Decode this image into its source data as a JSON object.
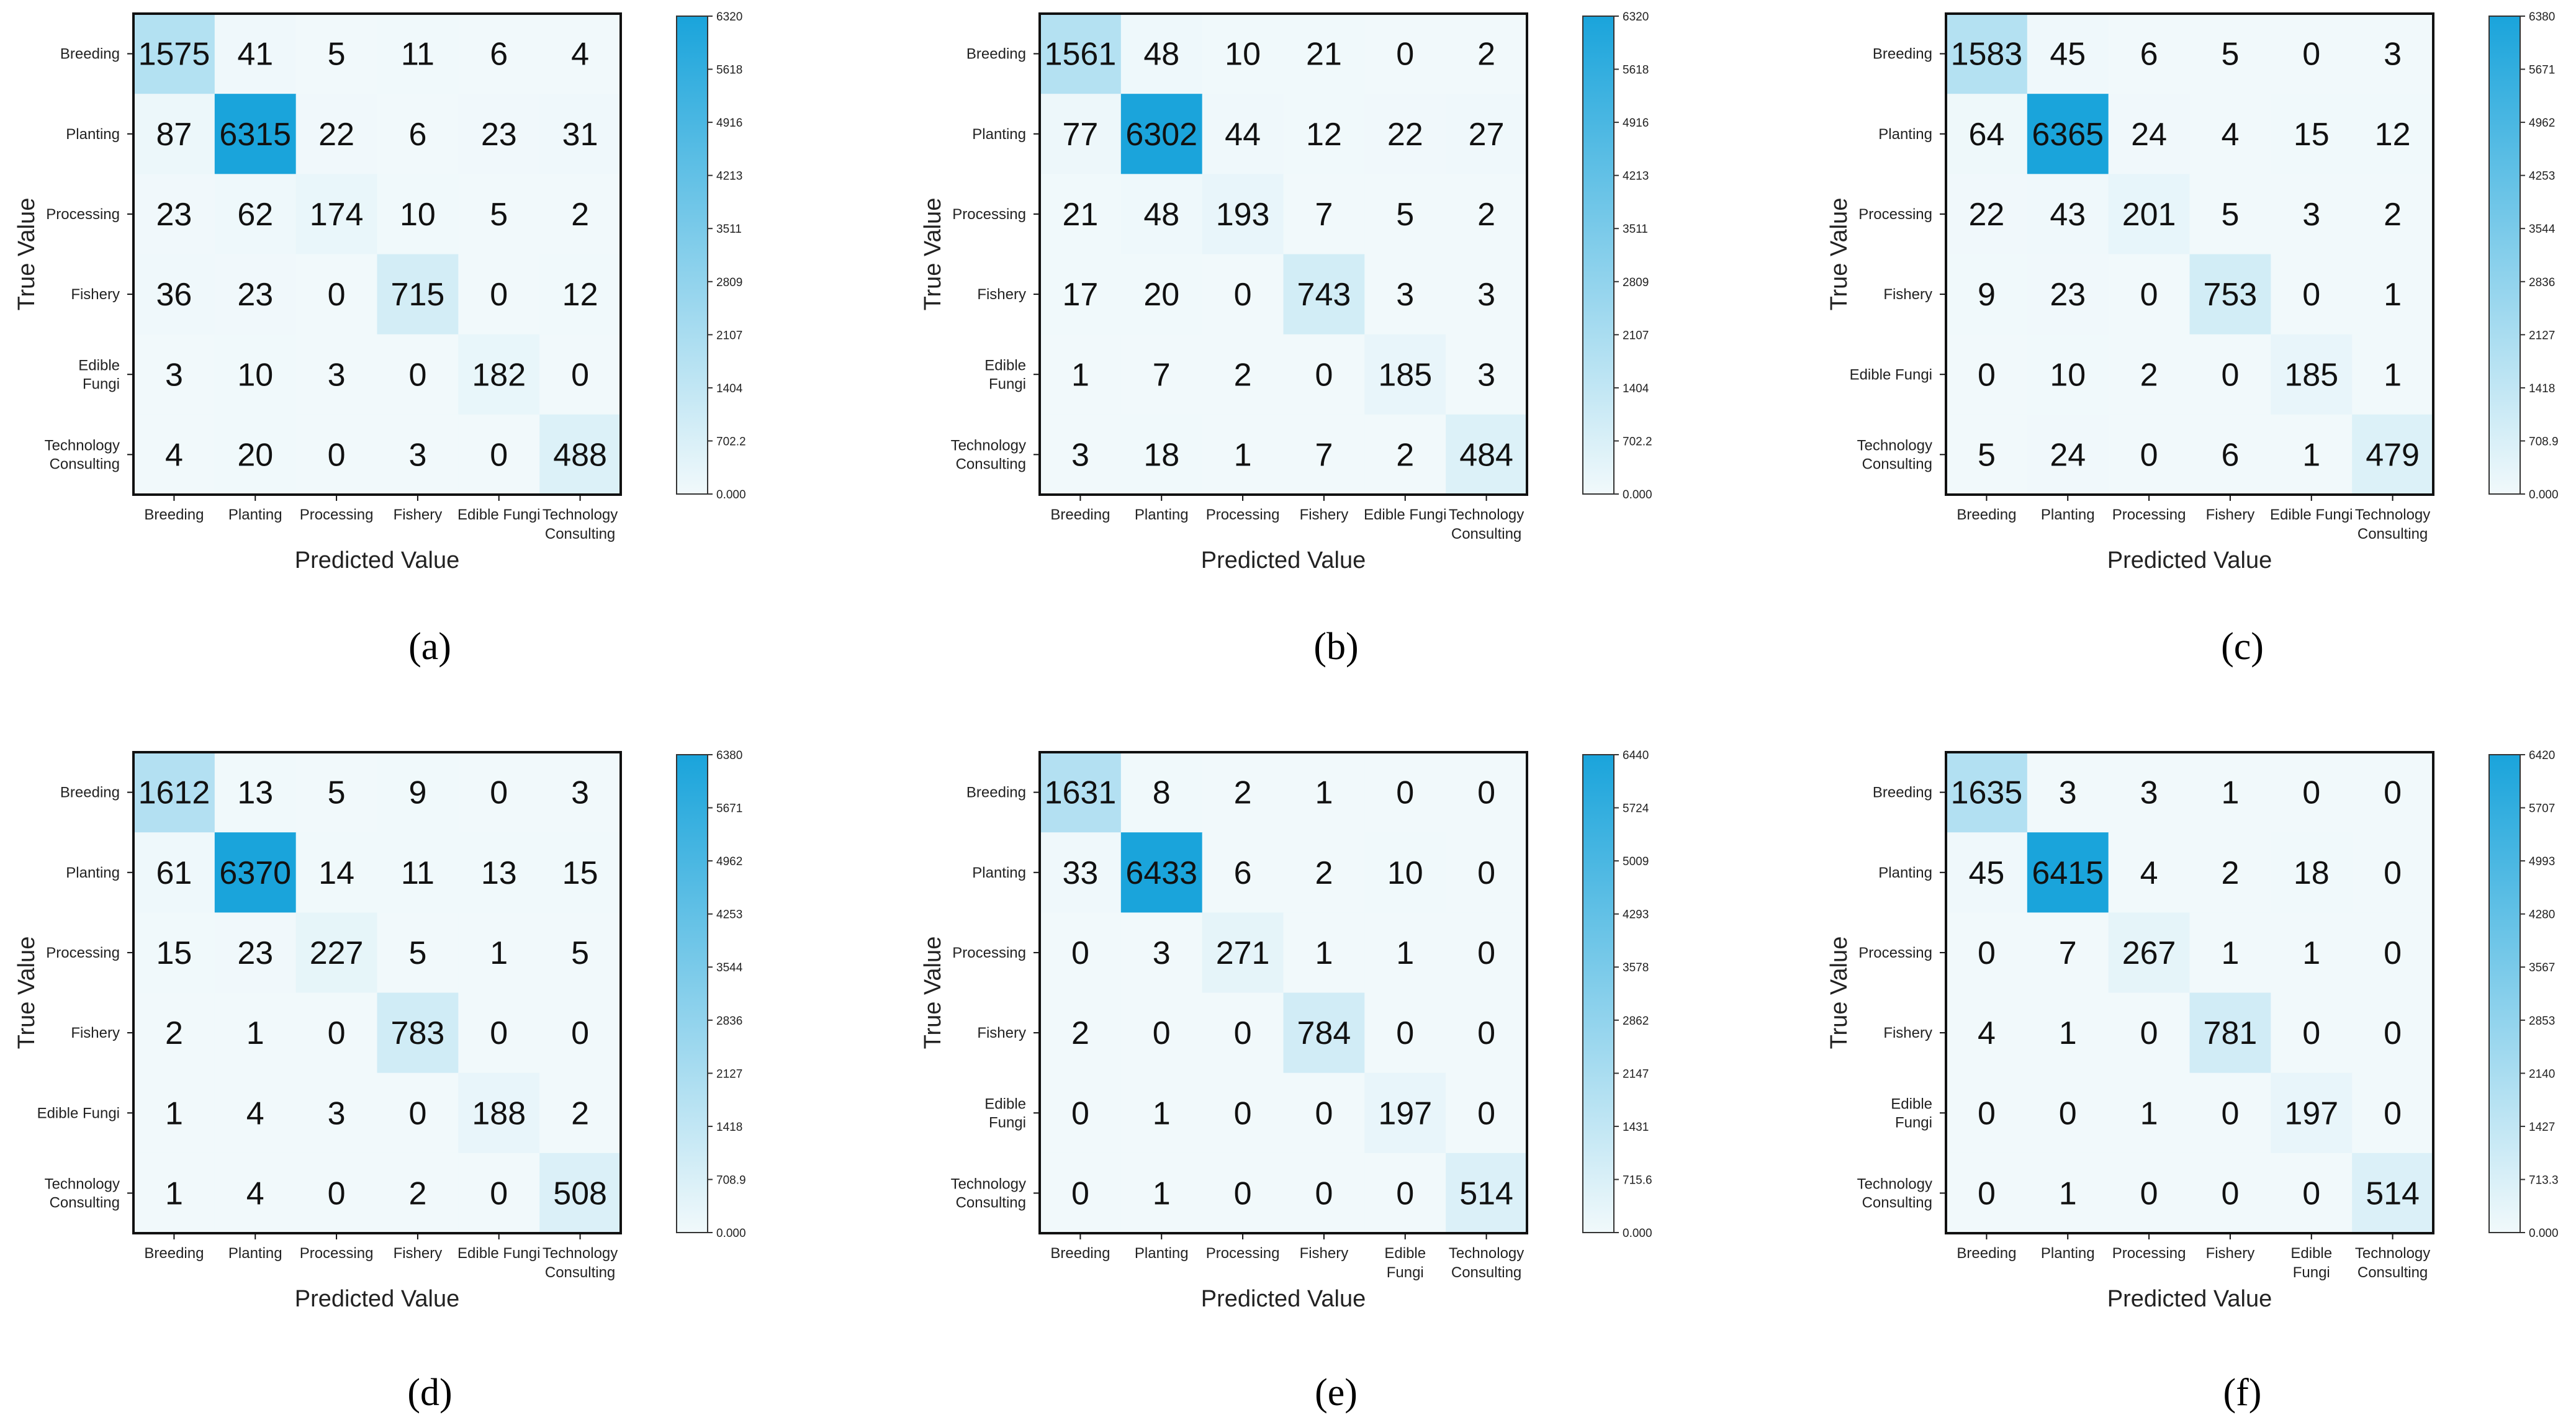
{
  "colors": {
    "low": "#f1f9fb",
    "high": "#1aa4db",
    "frame": "#111111",
    "text": "#111111"
  },
  "chart_data": [
    {
      "type": "heatmap",
      "panel": "(a)",
      "xlabel": "Predicted Value",
      "ylabel": "True Value",
      "x_categories": [
        [
          "Breeding"
        ],
        [
          "Planting"
        ],
        [
          "Processing"
        ],
        [
          "Fishery"
        ],
        [
          "Edible Fungi"
        ],
        [
          "Technology",
          "Consulting"
        ]
      ],
      "y_categories": [
        [
          "Breeding"
        ],
        [
          "Planting"
        ],
        [
          "Processing"
        ],
        [
          "Fishery"
        ],
        [
          "Edible",
          "Fungi"
        ],
        [
          "Technology",
          "Consulting"
        ]
      ],
      "values": [
        [
          1575,
          41,
          5,
          11,
          6,
          4
        ],
        [
          87,
          6315,
          22,
          6,
          23,
          31
        ],
        [
          23,
          62,
          174,
          10,
          5,
          2
        ],
        [
          36,
          23,
          0,
          715,
          0,
          12
        ],
        [
          3,
          10,
          3,
          0,
          182,
          0
        ],
        [
          4,
          20,
          0,
          3,
          0,
          488
        ]
      ],
      "colorbar_max": 6320,
      "colorbar_ticks": [
        "6320",
        "5618",
        "4916",
        "4213",
        "3511",
        "2809",
        "2107",
        "1404",
        "702.2",
        "0.000"
      ]
    },
    {
      "type": "heatmap",
      "panel": "(b)",
      "xlabel": "Predicted Value",
      "ylabel": "True Value",
      "x_categories": [
        [
          "Breeding"
        ],
        [
          "Planting"
        ],
        [
          "Processing"
        ],
        [
          "Fishery"
        ],
        [
          "Edible Fungi"
        ],
        [
          "Technology",
          "Consulting"
        ]
      ],
      "y_categories": [
        [
          "Breeding"
        ],
        [
          "Planting"
        ],
        [
          "Processing"
        ],
        [
          "Fishery"
        ],
        [
          "Edible",
          "Fungi"
        ],
        [
          "Technology",
          "Consulting"
        ]
      ],
      "values": [
        [
          1561,
          48,
          10,
          21,
          0,
          2
        ],
        [
          77,
          6302,
          44,
          12,
          22,
          27
        ],
        [
          21,
          48,
          193,
          7,
          5,
          2
        ],
        [
          17,
          20,
          0,
          743,
          3,
          3
        ],
        [
          1,
          7,
          2,
          0,
          185,
          3
        ],
        [
          3,
          18,
          1,
          7,
          2,
          484
        ]
      ],
      "colorbar_max": 6320,
      "colorbar_ticks": [
        "6320",
        "5618",
        "4916",
        "4213",
        "3511",
        "2809",
        "2107",
        "1404",
        "702.2",
        "0.000"
      ]
    },
    {
      "type": "heatmap",
      "panel": "(c)",
      "xlabel": "Predicted Value",
      "ylabel": "True Value",
      "x_categories": [
        [
          "Breeding"
        ],
        [
          "Planting"
        ],
        [
          "Processing"
        ],
        [
          "Fishery"
        ],
        [
          "Edible Fungi"
        ],
        [
          "Technology",
          "Consulting"
        ]
      ],
      "y_categories": [
        [
          "Breeding"
        ],
        [
          "Planting"
        ],
        [
          "Processing"
        ],
        [
          "Fishery"
        ],
        [
          "Edible Fungi"
        ],
        [
          "Technology",
          "Consulting"
        ]
      ],
      "values": [
        [
          1583,
          45,
          6,
          5,
          0,
          3
        ],
        [
          64,
          6365,
          24,
          4,
          15,
          12
        ],
        [
          22,
          43,
          201,
          5,
          3,
          2
        ],
        [
          9,
          23,
          0,
          753,
          0,
          1
        ],
        [
          0,
          10,
          2,
          0,
          185,
          1
        ],
        [
          5,
          24,
          0,
          6,
          1,
          479
        ]
      ],
      "colorbar_max": 6380,
      "colorbar_ticks": [
        "6380",
        "5671",
        "4962",
        "4253",
        "3544",
        "2836",
        "2127",
        "1418",
        "708.9",
        "0.000"
      ]
    },
    {
      "type": "heatmap",
      "panel": "(d)",
      "xlabel": "Predicted Value",
      "ylabel": "True Value",
      "x_categories": [
        [
          "Breeding"
        ],
        [
          "Planting"
        ],
        [
          "Processing"
        ],
        [
          "Fishery"
        ],
        [
          "Edible Fungi"
        ],
        [
          "Technology",
          "Consulting"
        ]
      ],
      "y_categories": [
        [
          "Breeding"
        ],
        [
          "Planting"
        ],
        [
          "Processing"
        ],
        [
          "Fishery"
        ],
        [
          "Edible Fungi"
        ],
        [
          "Technology",
          "Consulting"
        ]
      ],
      "values": [
        [
          1612,
          13,
          5,
          9,
          0,
          3
        ],
        [
          61,
          6370,
          14,
          11,
          13,
          15
        ],
        [
          15,
          23,
          227,
          5,
          1,
          5
        ],
        [
          2,
          1,
          0,
          783,
          0,
          0
        ],
        [
          1,
          4,
          3,
          0,
          188,
          2
        ],
        [
          1,
          4,
          0,
          2,
          0,
          508
        ]
      ],
      "colorbar_max": 6380,
      "colorbar_ticks": [
        "6380",
        "5671",
        "4962",
        "4253",
        "3544",
        "2836",
        "2127",
        "1418",
        "708.9",
        "0.000"
      ]
    },
    {
      "type": "heatmap",
      "panel": "(e)",
      "xlabel": "Predicted Value",
      "ylabel": "True Value",
      "x_categories": [
        [
          "Breeding"
        ],
        [
          "Planting"
        ],
        [
          "Processing"
        ],
        [
          "Fishery"
        ],
        [
          "Edible",
          "Fungi"
        ],
        [
          "Technology",
          "Consulting"
        ]
      ],
      "y_categories": [
        [
          "Breeding"
        ],
        [
          "Planting"
        ],
        [
          "Processing"
        ],
        [
          "Fishery"
        ],
        [
          "Edible",
          "Fungi"
        ],
        [
          "Technology",
          "Consulting"
        ]
      ],
      "values": [
        [
          1631,
          8,
          2,
          1,
          0,
          0
        ],
        [
          33,
          6433,
          6,
          2,
          10,
          0
        ],
        [
          0,
          3,
          271,
          1,
          1,
          0
        ],
        [
          2,
          0,
          0,
          784,
          0,
          0
        ],
        [
          0,
          1,
          0,
          0,
          197,
          0
        ],
        [
          0,
          1,
          0,
          0,
          0,
          514
        ]
      ],
      "colorbar_max": 6440,
      "colorbar_ticks": [
        "6440",
        "5724",
        "5009",
        "4293",
        "3578",
        "2862",
        "2147",
        "1431",
        "715.6",
        "0.000"
      ]
    },
    {
      "type": "heatmap",
      "panel": "(f)",
      "xlabel": "Predicted Value",
      "ylabel": "True Value",
      "x_categories": [
        [
          "Breeding"
        ],
        [
          "Planting"
        ],
        [
          "Processing"
        ],
        [
          "Fishery"
        ],
        [
          "Edible",
          "Fungi"
        ],
        [
          "Technology",
          "Consulting"
        ]
      ],
      "y_categories": [
        [
          "Breeding"
        ],
        [
          "Planting"
        ],
        [
          "Processing"
        ],
        [
          "Fishery"
        ],
        [
          "Edible",
          "Fungi"
        ],
        [
          "Technology",
          "Consulting"
        ]
      ],
      "values": [
        [
          1635,
          3,
          3,
          1,
          0,
          0
        ],
        [
          45,
          6415,
          4,
          2,
          18,
          0
        ],
        [
          0,
          7,
          267,
          1,
          1,
          0
        ],
        [
          4,
          1,
          0,
          781,
          0,
          0
        ],
        [
          0,
          0,
          1,
          0,
          197,
          0
        ],
        [
          0,
          1,
          0,
          0,
          0,
          514
        ]
      ],
      "colorbar_max": 6420,
      "colorbar_ticks": [
        "6420",
        "5707",
        "4993",
        "4280",
        "3567",
        "2853",
        "2140",
        "1427",
        "713.3",
        "0.000"
      ]
    }
  ]
}
